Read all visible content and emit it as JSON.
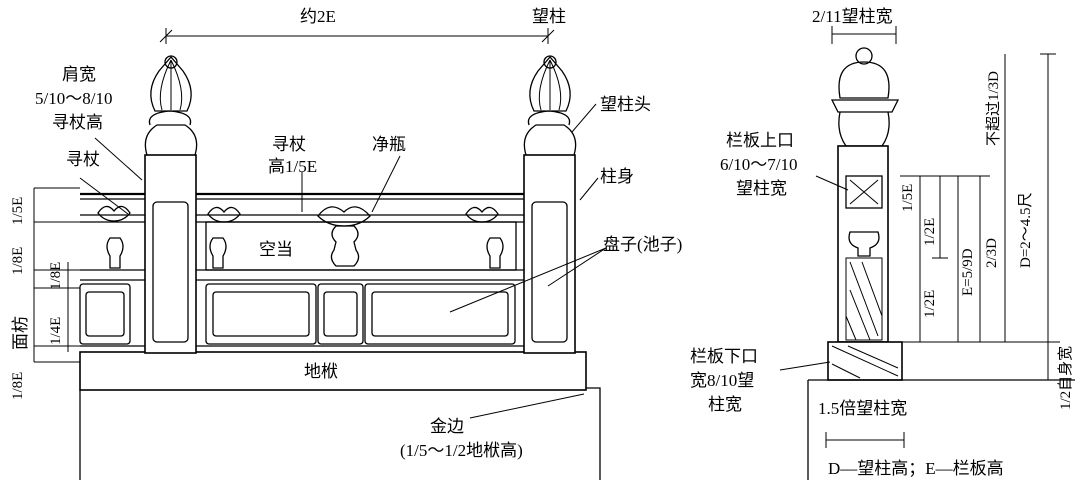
{
  "labels": {
    "spacing": "约2E",
    "post": "望柱",
    "shoulder_l1": "肩宽",
    "shoulder_l2": "5/10～8/10",
    "shoulder_l3": "寻杖高",
    "xunzhang": "寻杖",
    "xunzhang_h1": "寻杖",
    "xunzhang_h2": "高1/5E",
    "vase": "净瓶",
    "post_head": "望柱头",
    "post_body": "柱身",
    "gap": "空当",
    "panel": "盘子(池子)",
    "facefang": "面枋",
    "difu": "地栿",
    "jinbian1": "金边",
    "jinbian2": "(1/5～1/2地栿高)",
    "dim_1_5e": "1/5E",
    "dim_1_8e_a": "1/8E",
    "dim_1_4e": "1/4E",
    "dim_1_8e_b": "1/8E",
    "dim_1_8e_c": "1/8E",
    "top_width": "2/11望柱宽",
    "slab_top1": "栏板上口",
    "slab_top2": "6/10～7/10",
    "slab_top3": "望柱宽",
    "slab_bot1": "栏板下口",
    "slab_bot2": "宽8/10望",
    "slab_bot3": "柱宽",
    "base_width": "1.5倍望柱宽",
    "r_1_5e": "1/5E",
    "r_1_2e_a": "1/2E",
    "r_1_2e_b": "1/2E",
    "r_e59d": "E=5/9D",
    "r_23d": "2/3D",
    "r_13d": "不超过1/3D",
    "r_d": "D=2～4.5尺",
    "r_self": "1/2自身宽",
    "legend": "D—望柱高；E—栏板高"
  }
}
